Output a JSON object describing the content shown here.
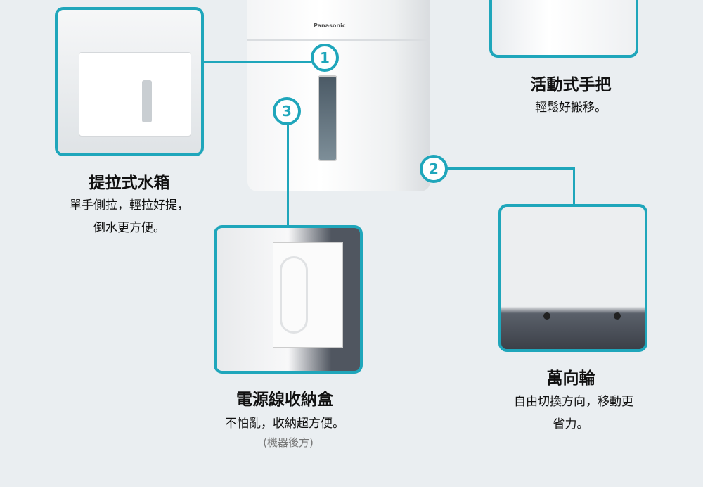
{
  "brand": "Panasonic",
  "accent": "#1fa6bb",
  "markers": [
    "1",
    "2",
    "3"
  ],
  "features": {
    "tank": {
      "title": "提拉式水箱",
      "lines": [
        "單手側拉，輕拉好提，",
        "倒水更方便。"
      ]
    },
    "handle": {
      "title": "活動式手把",
      "lines": [
        "輕鬆好搬移。"
      ]
    },
    "cord": {
      "title": "電源線收納盒",
      "lines": [
        "不怕亂，收納超方便。"
      ],
      "note": "(機器後方)"
    },
    "wheels": {
      "title": "萬向輪",
      "lines": [
        "自由切換方向，移動更",
        "省力。"
      ]
    }
  }
}
